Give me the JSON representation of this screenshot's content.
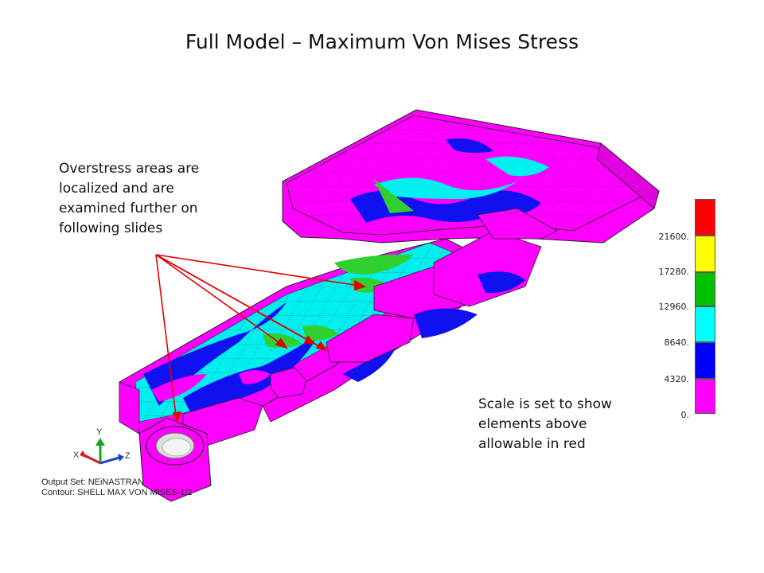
{
  "slide": {
    "title": "Full Model – Maximum Von Mises Stress",
    "note_overstress": "Overstress areas are\nlocalized and are\nexamined further on\nfollowing slides",
    "note_scale": "Scale is set to show\nelements above\nallowable in red"
  },
  "legend": {
    "labels": [
      "21600.",
      "17280.",
      "12960.",
      "8640.",
      "4320.",
      "0."
    ],
    "colors": [
      "#ff0000",
      "#ffff00",
      "#00c000",
      "#00ffff",
      "#0000ff",
      "#ff00ff"
    ]
  },
  "triad": {
    "x": "X",
    "y": "Y",
    "z": "Z"
  },
  "output": {
    "set": "Output Set: NEiNASTRAN",
    "contour": "Contour: SHELL MAX VON MISES-1/2"
  },
  "colors": {
    "magenta": "#ff00ff",
    "blue": "#1010f0",
    "cyan": "#00f0f0",
    "green": "#30d030",
    "arrow": "#e00000",
    "mesh": "#222222"
  }
}
